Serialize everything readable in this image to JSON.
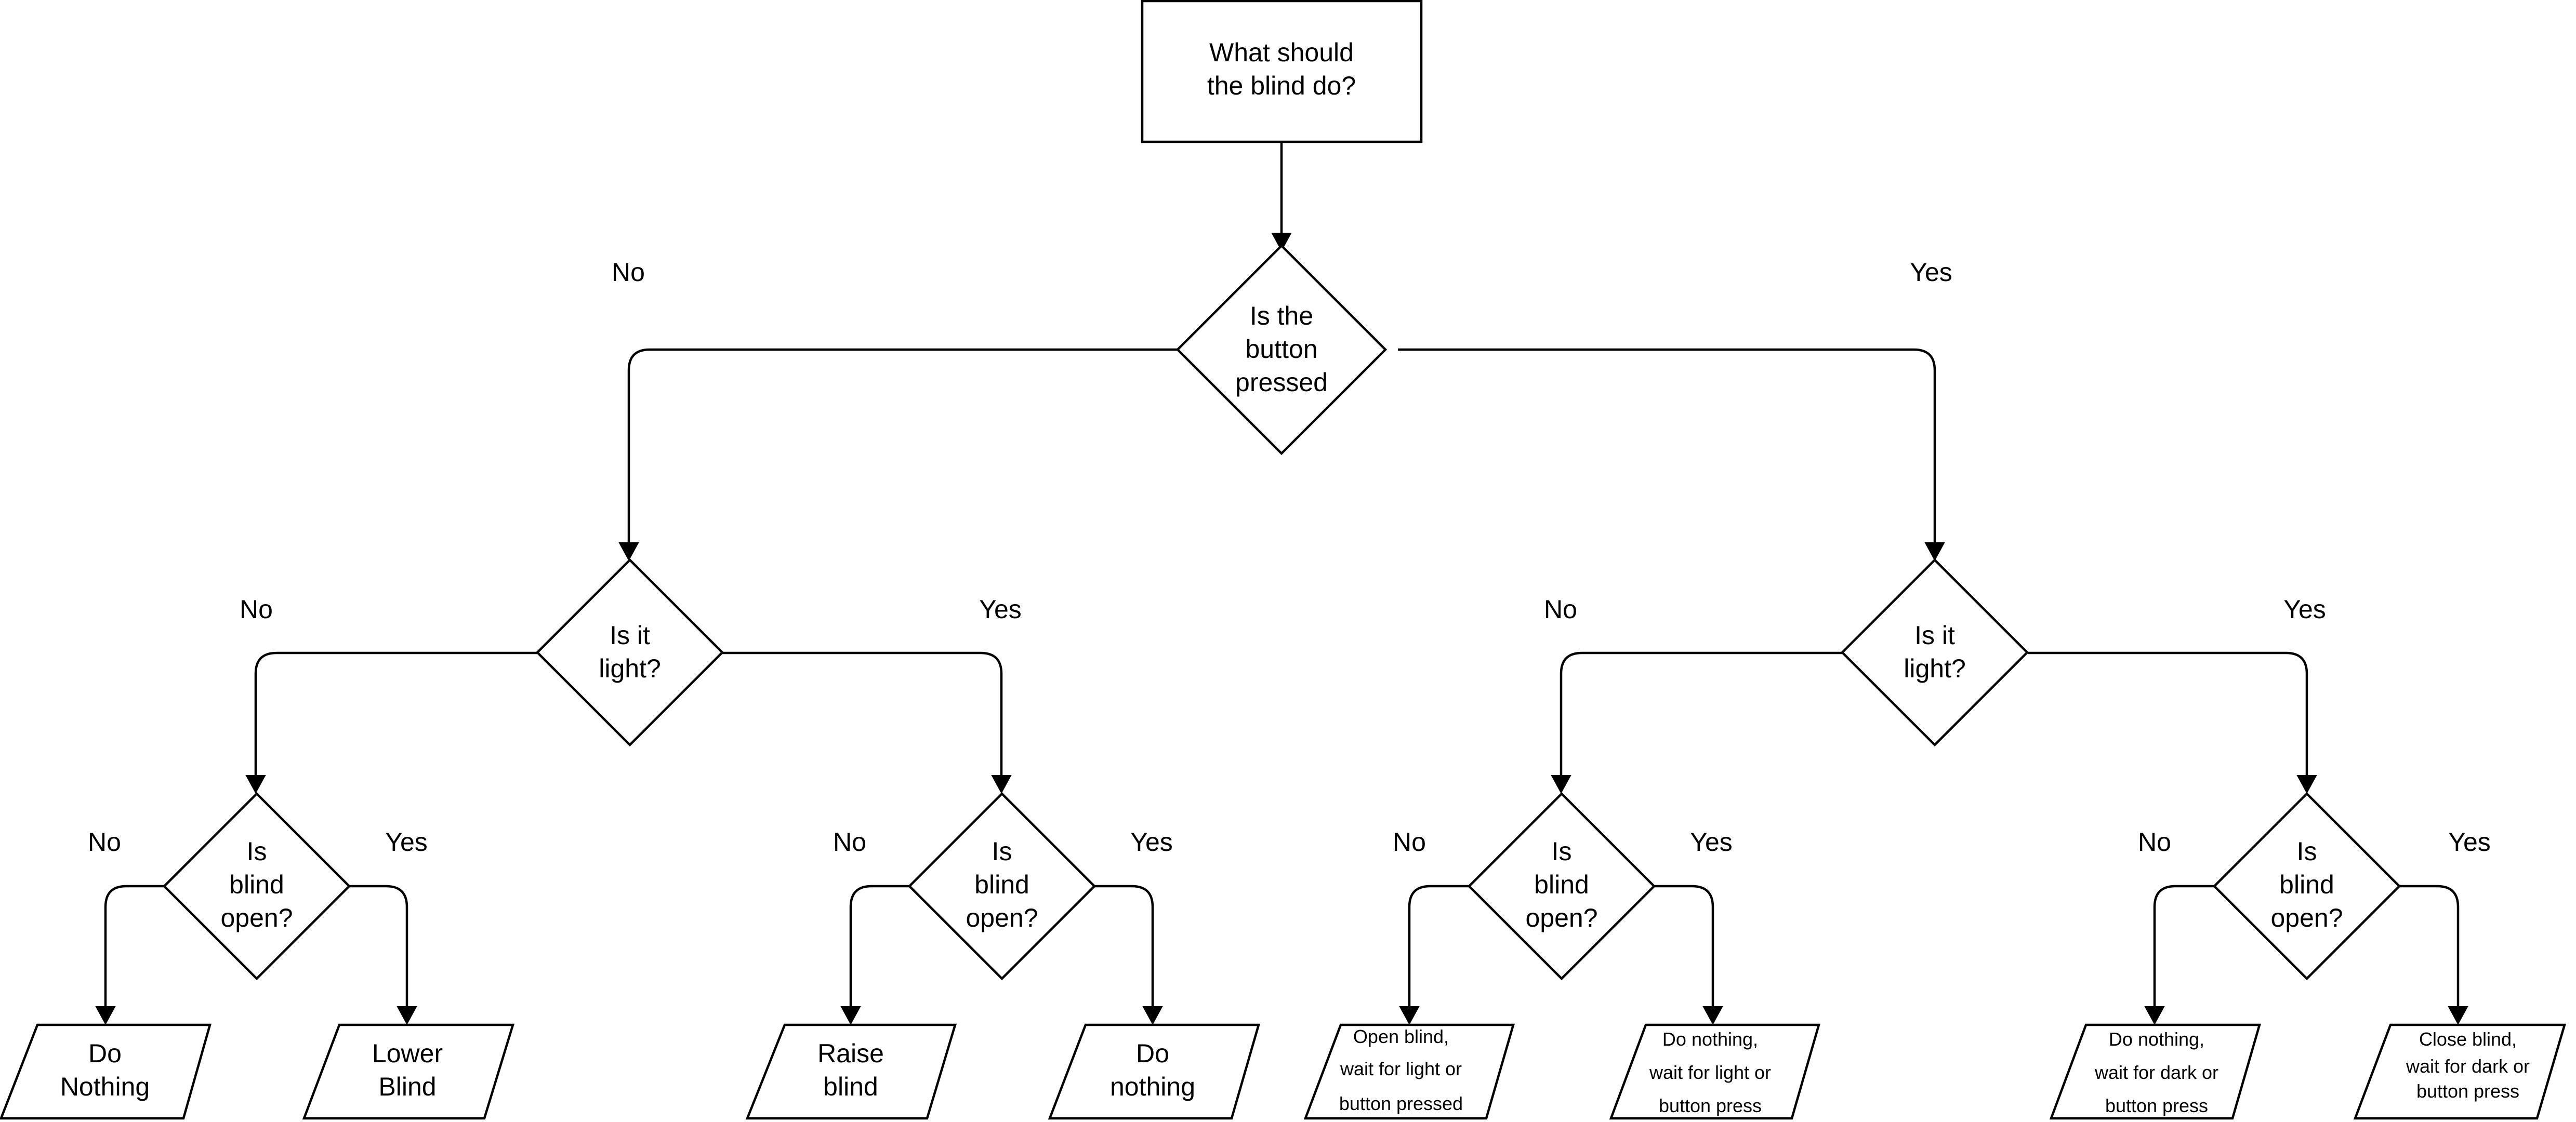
{
  "title": [
    "What should",
    "the blind do?"
  ],
  "root_question": [
    "Is the",
    "button",
    "pressed"
  ],
  "light_question": [
    "Is it",
    "light?"
  ],
  "open_question": [
    "Is",
    "blind",
    "open?"
  ],
  "branch_no": "No",
  "branch_yes": "Yes",
  "outcomes": {
    "a": [
      "Do",
      "Nothing"
    ],
    "b": [
      "Lower",
      "Blind"
    ],
    "c": [
      "Raise",
      "blind"
    ],
    "d": [
      "Do",
      "nothing"
    ],
    "e": [
      "Open blind,",
      "wait for light or",
      "button pressed"
    ],
    "f": [
      "Do nothing,",
      "wait for light or",
      "button press"
    ],
    "g": [
      "Do nothing,",
      "wait for dark or",
      "button press"
    ],
    "h": [
      "Close blind,",
      "wait for dark or",
      "button press"
    ]
  }
}
